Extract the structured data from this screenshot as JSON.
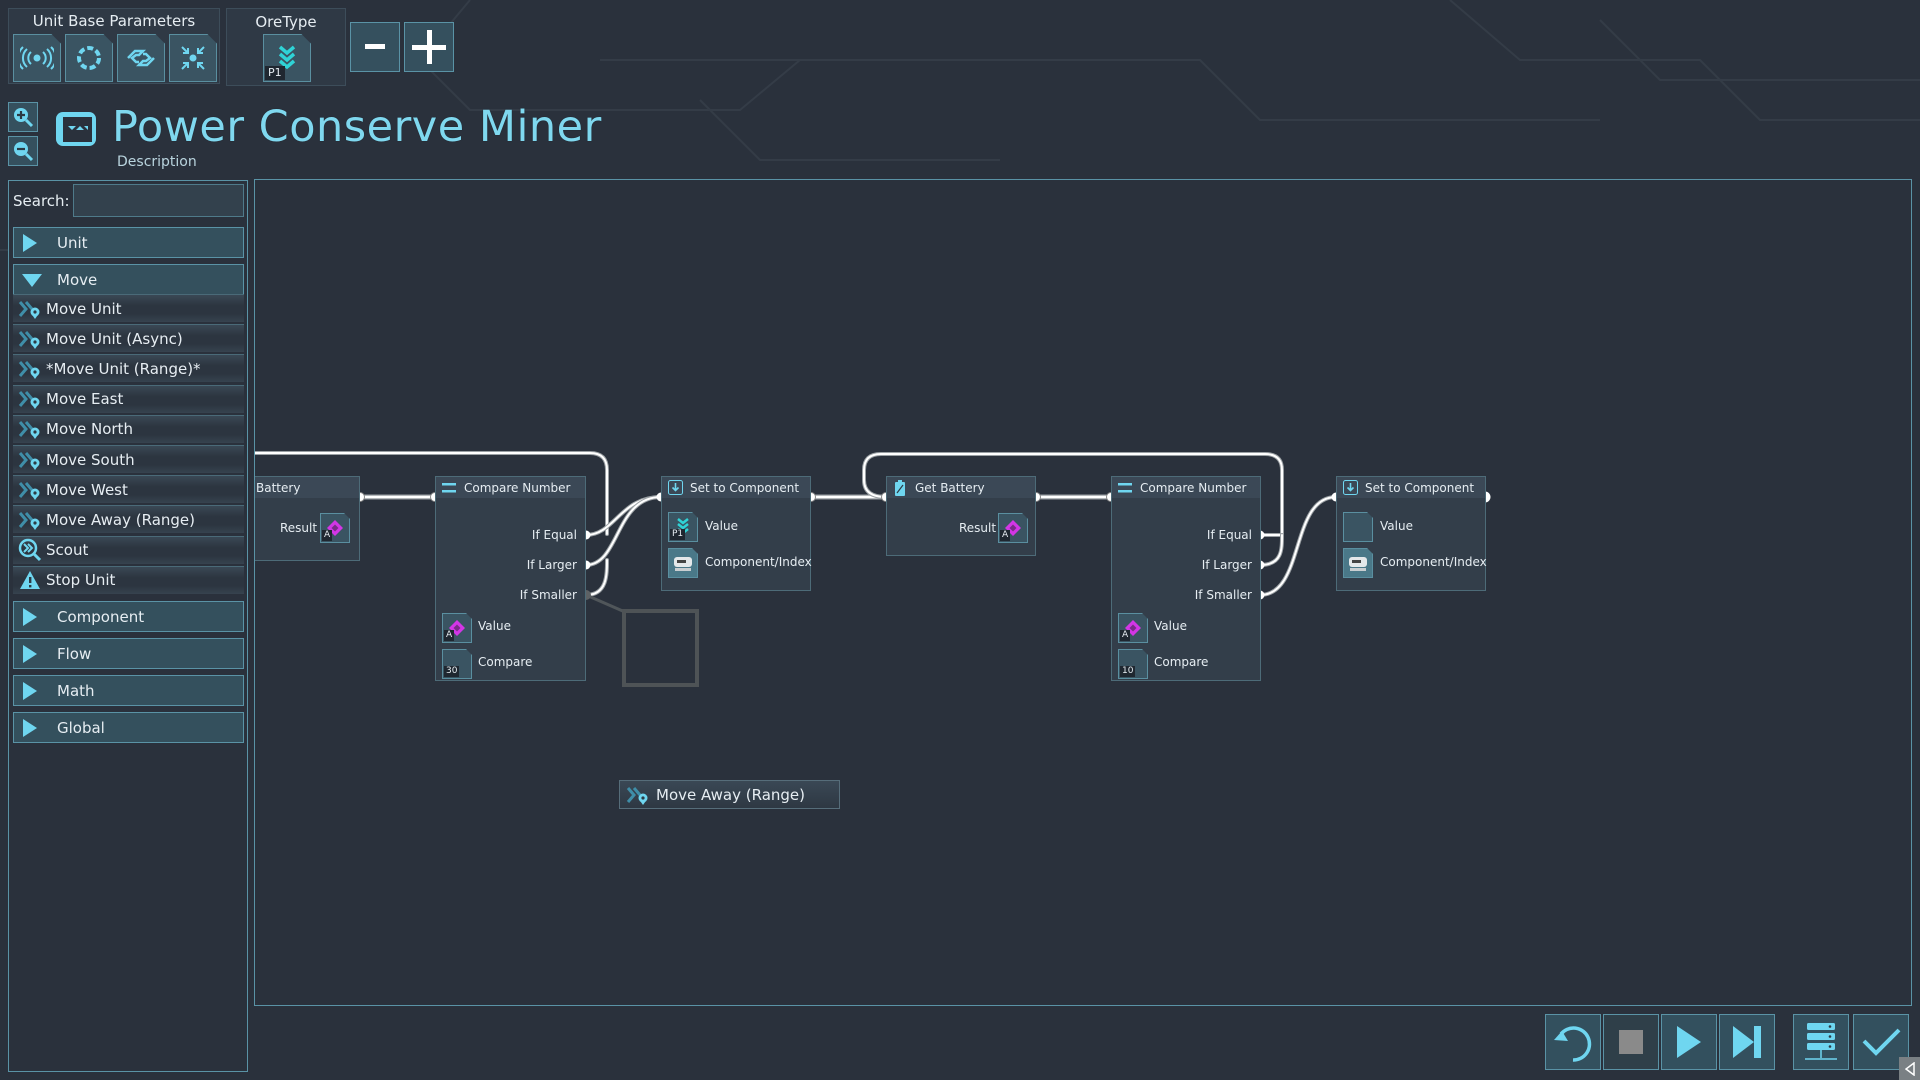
{
  "header": {
    "unit_base_parameters_label": "Unit Base Parameters",
    "param_icons": [
      "signal-icon",
      "aperture-icon",
      "link-icon",
      "converge-icon"
    ],
    "oretype_label": "OreType",
    "oretype_tile": {
      "icon": "ore-chevrons-icon",
      "tag": "P1"
    },
    "minus_label": "−",
    "plus_label": "+",
    "title": "Power Conserve Miner",
    "description": "Description"
  },
  "sidebar": {
    "search_label": "Search:",
    "search_value": "",
    "search_placeholder": "",
    "categories": [
      {
        "label": "Unit",
        "expanded": false
      },
      {
        "label": "Move",
        "expanded": true,
        "items": [
          {
            "label": "Move Unit",
            "icon": "move-icon"
          },
          {
            "label": "Move Unit (Async)",
            "icon": "move-icon"
          },
          {
            "label": "*Move Unit (Range)*",
            "icon": "move-icon"
          },
          {
            "label": "Move East",
            "icon": "move-icon"
          },
          {
            "label": "Move North",
            "icon": "move-icon"
          },
          {
            "label": "Move South",
            "icon": "move-icon"
          },
          {
            "label": "Move West",
            "icon": "move-icon"
          },
          {
            "label": "Move Away (Range)",
            "icon": "move-icon"
          },
          {
            "label": "Scout",
            "icon": "scout-icon"
          },
          {
            "label": "Stop Unit",
            "icon": "warning-icon"
          }
        ]
      },
      {
        "label": "Component",
        "expanded": false
      },
      {
        "label": "Flow",
        "expanded": false
      },
      {
        "label": "Math",
        "expanded": false
      },
      {
        "label": "Global",
        "expanded": false
      }
    ]
  },
  "canvas": {
    "nodes": [
      {
        "id": "battery",
        "title": "Battery",
        "ports": [
          {
            "label": "Result",
            "slot": "A",
            "slot_icon": "register-diamond-icon"
          }
        ]
      },
      {
        "id": "compare1",
        "title": "Compare Number",
        "icon": "compare-icon",
        "outputs": [
          "If Equal",
          "If Larger",
          "If Smaller"
        ],
        "inputs": [
          {
            "label": "Value",
            "slot": "A",
            "slot_icon": "register-diamond-icon"
          },
          {
            "label": "Compare",
            "slot": "30"
          }
        ]
      },
      {
        "id": "set1",
        "title": "Set to Component",
        "icon": "download-icon",
        "inputs": [
          {
            "label": "Value",
            "slot": "P1",
            "slot_icon": "ore-chevrons-icon"
          },
          {
            "label": "Component/Index",
            "slot_icon": "component-icon"
          }
        ]
      },
      {
        "id": "getbattery",
        "title": "Get Battery",
        "icon": "battery-icon",
        "ports": [
          {
            "label": "Result",
            "slot": "A",
            "slot_icon": "register-diamond-icon"
          }
        ]
      },
      {
        "id": "compare2",
        "title": "Compare Number",
        "icon": "compare-icon",
        "outputs": [
          "If Equal",
          "If Larger",
          "If Smaller"
        ],
        "inputs": [
          {
            "label": "Value",
            "slot": "A",
            "slot_icon": "register-diamond-icon"
          },
          {
            "label": "Compare",
            "slot": "10"
          }
        ]
      },
      {
        "id": "set2",
        "title": "Set to Component",
        "icon": "download-icon",
        "inputs": [
          {
            "label": "Value",
            "slot": ""
          },
          {
            "label": "Component/Index",
            "slot_icon": "component-icon"
          }
        ]
      }
    ],
    "dragged_item": {
      "label": "Move Away (Range)",
      "icon": "move-icon"
    }
  },
  "toolbar": {
    "buttons": [
      {
        "name": "restart",
        "icon": "restart-icon"
      },
      {
        "name": "stop",
        "icon": "stop-icon"
      },
      {
        "name": "play",
        "icon": "play-icon"
      },
      {
        "name": "step",
        "icon": "step-icon"
      },
      {
        "name": "library",
        "icon": "server-stack-icon"
      },
      {
        "name": "confirm",
        "icon": "check-icon"
      }
    ]
  },
  "colors": {
    "accent": "#6fd6f0",
    "frame": "#5a93a6",
    "background": "#2a313c",
    "register": "#d236e6"
  }
}
